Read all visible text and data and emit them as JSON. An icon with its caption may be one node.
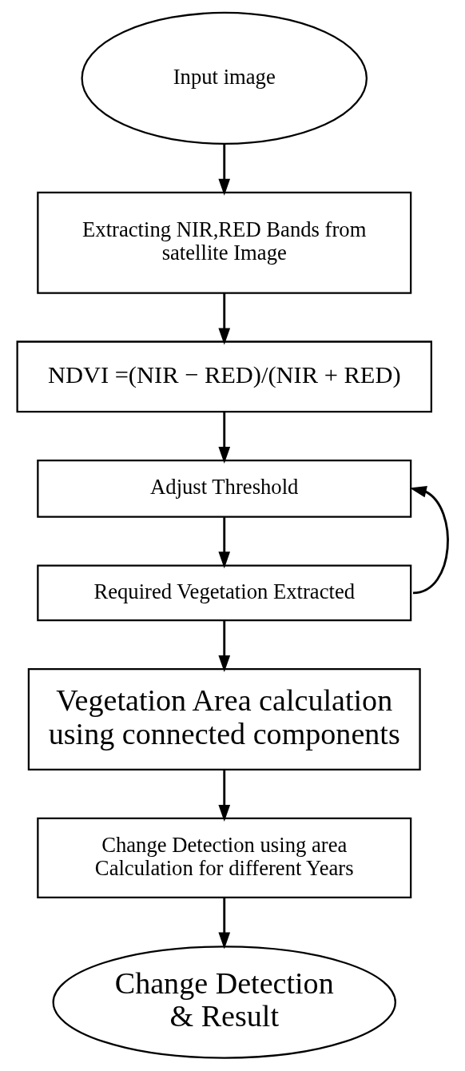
{
  "diagram": {
    "nodes": [
      {
        "text": [
          "Input image"
        ]
      },
      {
        "text": [
          "Extracting NIR,RED Bands from satellite Image"
        ]
      },
      {
        "text": [
          "NDVI =(NIR − RED)/(NIR + RED)"
        ]
      },
      {
        "text": [
          "Adjust Threshold"
        ]
      },
      {
        "text": [
          "Required Vegetation Extracted"
        ]
      },
      {
        "text": [
          "Vegetation Area calculation using connected components"
        ]
      },
      {
        "text": [
          "Change Detection using area Calculation for different Years"
        ]
      },
      {
        "text": [
          "Change Detection & Result"
        ]
      }
    ],
    "edges": [
      {
        "from": 0,
        "to": 1,
        "arrow": "to"
      },
      {
        "from": 1,
        "to": 2,
        "arrow": "to"
      },
      {
        "from": 2,
        "to": 3,
        "arrow": "to"
      },
      {
        "from": 3,
        "to": 4,
        "arrow": "to"
      },
      {
        "from": 4,
        "to": 5,
        "arrow": "to"
      },
      {
        "from": 5,
        "to": 6,
        "arrow": "to"
      },
      {
        "from": 6,
        "to": 7,
        "arrow": "to"
      },
      {
        "from": 4,
        "to": 3,
        "arrow": "to"
      }
    ]
  }
}
